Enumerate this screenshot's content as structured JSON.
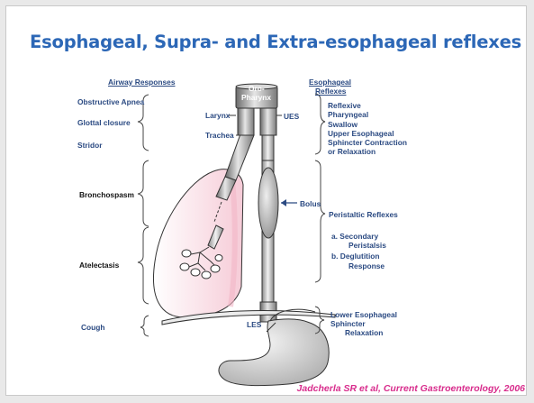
{
  "title": "Esophageal, Supra- and Extra-esophageal reflexes",
  "airway_header": "Airway Responses",
  "esophageal_header_line1": "Esophageal",
  "esophageal_header_line2": "Reflexes",
  "airway_responses": [
    "Obstructive Apnea",
    "Glottal closure",
    "Stridor",
    "Bronchospasm",
    "Atelectasis",
    "Cough"
  ],
  "anatomy": {
    "oropharynx_line1": "Oro-",
    "oropharynx_line2": "Pharynx",
    "larynx": "Larynx",
    "ues": "UES",
    "trachea": "Trachea",
    "bolus": "Bolus",
    "les": "LES"
  },
  "esophageal_reflexes": {
    "reflexive_1": "Reflexive",
    "reflexive_2": "Pharyngeal",
    "reflexive_3": "Swallow",
    "ues_1": "Upper Esophageal",
    "ues_2": "Sphincter Contraction",
    "ues_3": "or Relaxation",
    "peristaltic": "Peristaltic Reflexes",
    "secondary_1": "a. Secondary",
    "secondary_2": "Peristalsis",
    "deglutition_1": "b. Deglutition",
    "deglutition_2": "Response",
    "les_1": "Lower Esophageal",
    "les_2": "Sphincter",
    "les_3": "Relaxation"
  },
  "citation": "Jadcherla SR et al, Current Gastroenterology, 2006",
  "colors": {
    "title": "#2c67b6",
    "labels": "#2b4a82",
    "citation": "#d82c8c"
  }
}
